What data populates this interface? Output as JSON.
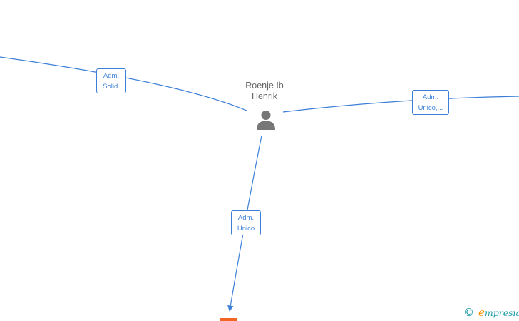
{
  "person": {
    "name_line1": "Roenje Ib",
    "name_line2": "Henrik",
    "icon": "person-icon"
  },
  "relations": [
    {
      "id": "left",
      "line1": "Adm.",
      "line2": "Solid."
    },
    {
      "id": "right",
      "line1": "Adm.",
      "line2": "Unico,..."
    },
    {
      "id": "bottom",
      "line1": "Adm.",
      "line2": "Unico"
    }
  ],
  "brand": {
    "copyright": "©",
    "first_letter": "e",
    "rest": "mpresia"
  },
  "colors": {
    "edge": "#3b7fd6",
    "label_text": "#3b7fd6",
    "person_icon": "#777777",
    "company_node": "#f26522",
    "brand": "#1b9aa6",
    "brand_e": "#f39200"
  }
}
